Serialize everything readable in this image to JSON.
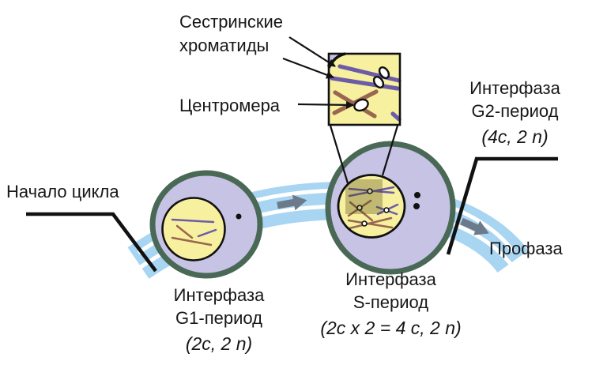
{
  "labels": {
    "sister_chromatids": {
      "line1": "Сестринские",
      "line2": "хроматиды"
    },
    "centromere": "Центромера",
    "cycle_start": "Начало цикла",
    "g1": {
      "line1": "Интерфаза",
      "line2": "G1-период",
      "formula": "(2c, 2 n)"
    },
    "s": {
      "line1": "Интерфаза",
      "line2": "S-период",
      "formula": "(2c x 2 = 4 c, 2 n)"
    },
    "g2": {
      "line1": "Интерфаза",
      "line2": "G2-период",
      "formula": "(4c, 2 n)"
    },
    "prophase": "Профаза"
  },
  "colors": {
    "membrane_green": "#4a6856",
    "cytoplasm_lavender": "#c6c3e5",
    "nucleus_yellow": "#f7f09f",
    "chromatid_purple": "#6c5ca8",
    "chromatid_brown": "#99664f",
    "band_blue": "#a8d5f2",
    "arrow_gray": "#6d7a89",
    "line_black": "#111111",
    "shade_olive": "rgba(70,60,10,0.30)"
  }
}
